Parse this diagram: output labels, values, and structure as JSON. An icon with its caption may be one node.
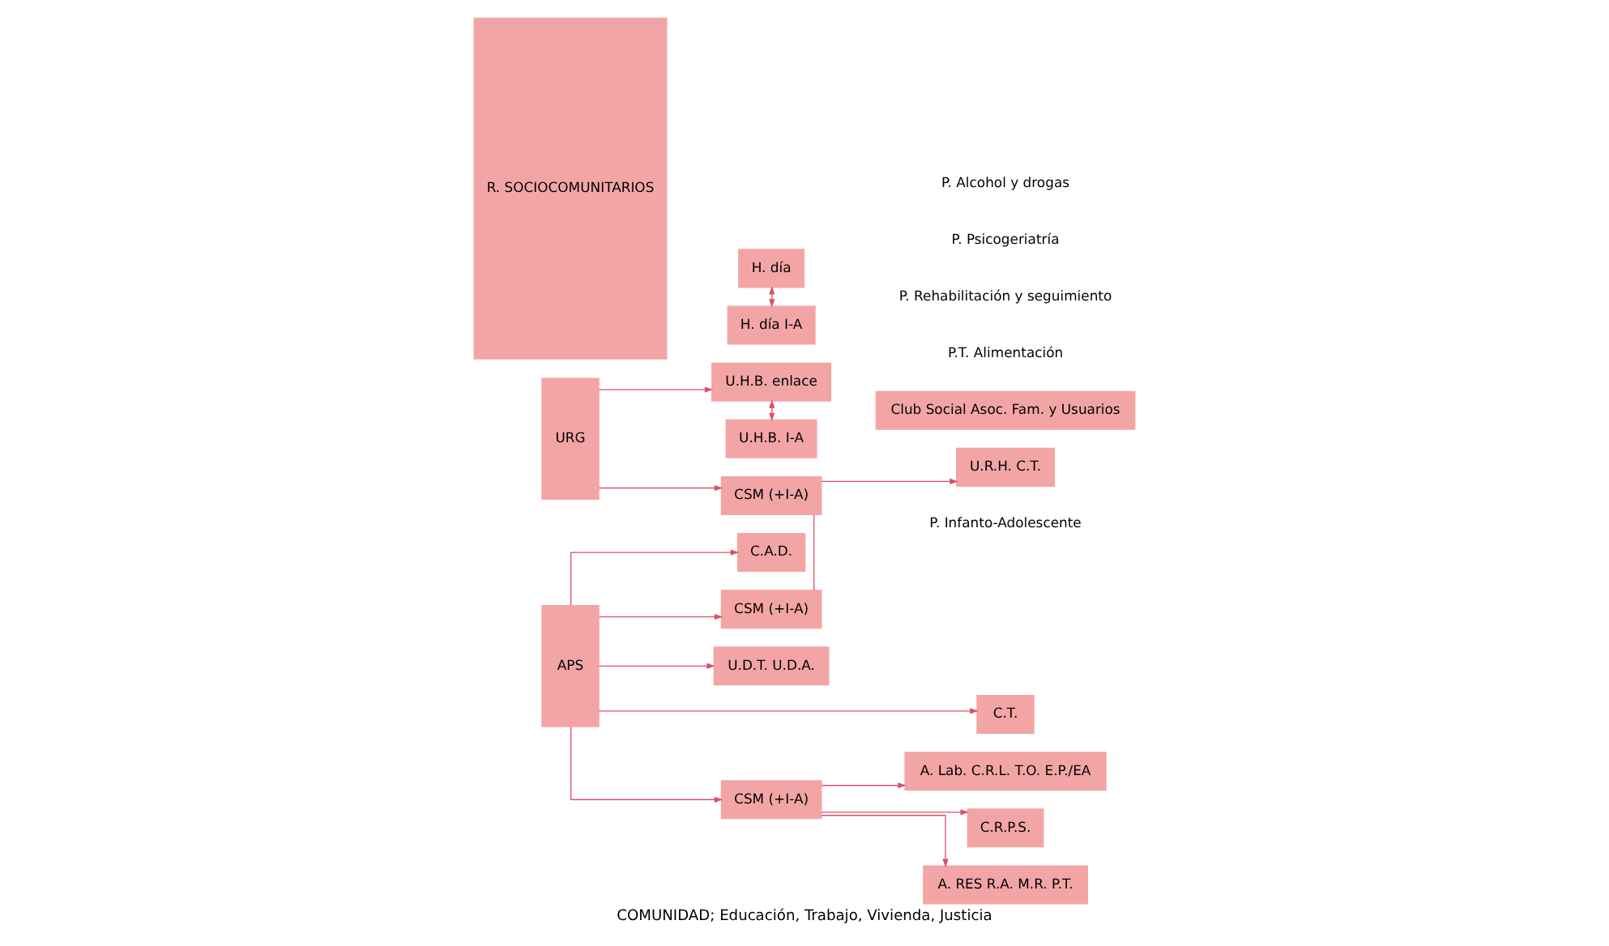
{
  "diagram": {
    "caption": "COMUNIDAD; Educación, Trabajo, Vivienda, Justicia",
    "nodes": [
      {
        "text": [
          "URG"
        ]
      },
      {
        "text": [
          "APS"
        ]
      },
      {
        "text": [
          "CSM (+I-A)"
        ]
      },
      {
        "text": [
          "CSM (+I-A)"
        ]
      },
      {
        "text": [
          "CSM (+I-A)"
        ]
      },
      {
        "text": [
          "H. día"
        ]
      },
      {
        "text": [
          "U.H.B. enlace"
        ]
      },
      {
        "text": [
          "U.R.H. C.T."
        ]
      },
      {
        "text": [
          "A. RES R.A. M.R. P.T."
        ]
      },
      {
        "text": [
          "H. día I-A"
        ]
      },
      {
        "text": [
          "U.H.B. I-A"
        ]
      },
      {
        "text": [
          "A. Lab. C.R.L. T.O. E.P./EA"
        ]
      },
      {
        "text": [
          "C.R.P.S."
        ]
      },
      {
        "text": [
          "C.A.D."
        ]
      },
      {
        "text": [
          "U.D.T. U.D.A."
        ]
      },
      {
        "text": [
          "C.T."
        ]
      },
      {
        "text": [
          "Club Social Asoc. Fam. y Usuarios"
        ]
      },
      {
        "text": [
          "R. SOCIOCOMUNITARIOS"
        ]
      }
    ],
    "edges": [
      {
        "from": 0,
        "to": 6,
        "arrow": "to"
      },
      {
        "from": 0,
        "to": 2,
        "arrow": "to"
      },
      {
        "from": 1,
        "to": 3,
        "arrow": "to"
      },
      {
        "from": 1,
        "to": 4,
        "arrow": "to"
      },
      {
        "from": 5,
        "to": 9,
        "arrow": "both"
      },
      {
        "from": 6,
        "to": 10,
        "arrow": "both"
      },
      {
        "from": 2,
        "to": 7,
        "arrow": "to"
      },
      {
        "from": 3,
        "to": 8,
        "arrow": "to"
      },
      {
        "from": 3,
        "to": 11,
        "arrow": "to"
      },
      {
        "from": 3,
        "to": 12,
        "arrow": "to"
      },
      {
        "from": 2,
        "to": 4,
        "arrow": "none"
      },
      {
        "from": 1,
        "to": 13,
        "arrow": "to"
      },
      {
        "from": 1,
        "to": 14,
        "arrow": "to"
      },
      {
        "from": 1,
        "to": 15,
        "arrow": "to"
      }
    ],
    "labels": [
      "P. Infanto-Adolescente",
      "P.T. Alimentación",
      "P. Rehabilitación y seguimiento",
      "P. Psicogeriatría",
      "P. Alcohol y drogas"
    ]
  }
}
